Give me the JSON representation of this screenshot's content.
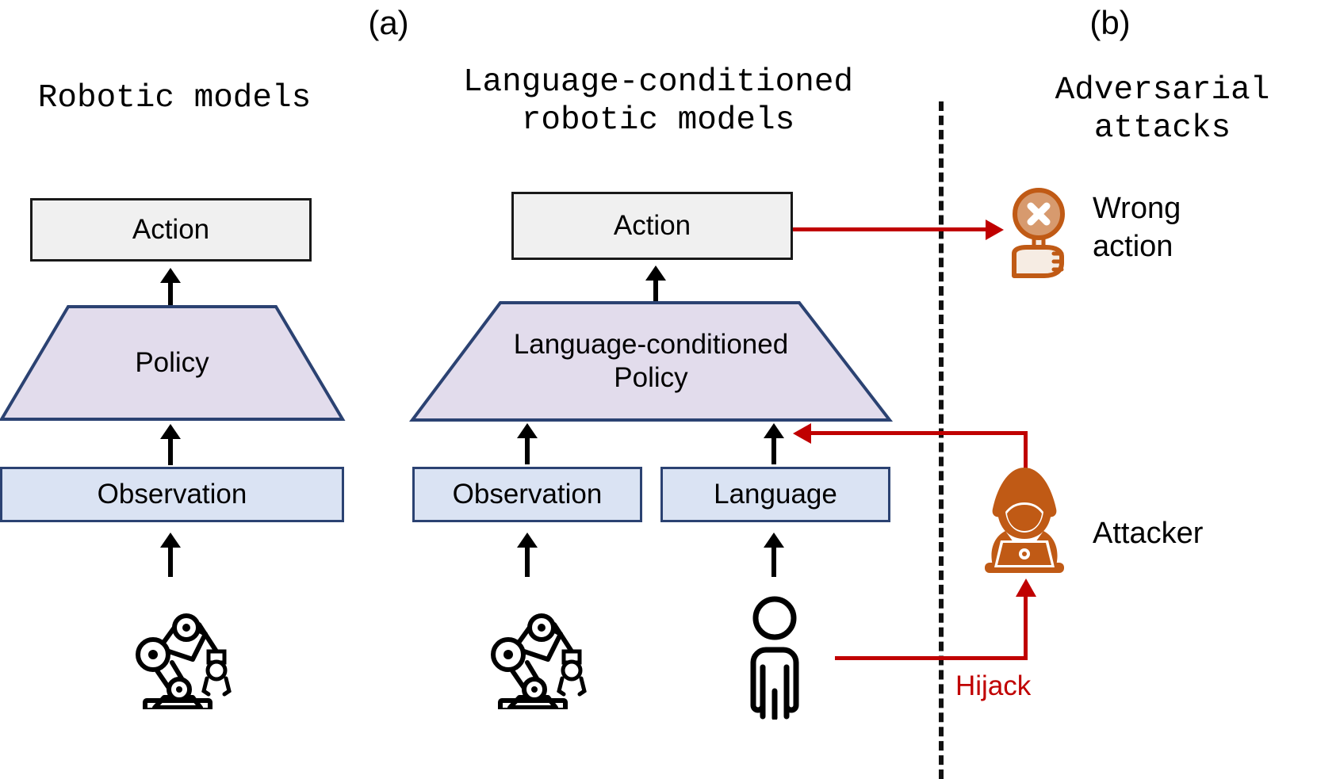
{
  "figure": {
    "panels": [
      {
        "letter": "(a)",
        "heading": "Robotic models"
      },
      {
        "letter": "(a)",
        "heading": "Language-conditioned\nrobotic models"
      },
      {
        "letter": "(b)",
        "heading": "Adversarial\nattacks"
      }
    ]
  },
  "panel_a_left": {
    "action_label": "Action",
    "policy_label": "Policy",
    "observation_label": "Observation",
    "robot_icon": "robot-arm-icon"
  },
  "panel_a_right": {
    "action_label": "Action",
    "policy_label": "Language-conditioned\nPolicy",
    "observation_label": "Observation",
    "language_label": "Language",
    "robot_icon": "robot-arm-icon",
    "human_icon": "person-icon"
  },
  "panel_b": {
    "wrong_action_label": "Wrong\naction",
    "wrong_action_icon": "hand-holding-x-sign-icon",
    "attacker_label": "Attacker",
    "attacker_icon": "hooded-hacker-laptop-icon",
    "hijack_label": "Hijack"
  },
  "colors": {
    "action_fill": "#f0f0f0",
    "action_stroke": "#191919",
    "policy_fill": "#e2dcec",
    "policy_stroke": "#2b4272",
    "observation_fill": "#dae3f3",
    "observation_stroke": "#2b4272",
    "attack_red": "#c00000",
    "icon_orange": "#c05a15",
    "icon_orange_light": "#d79a6e",
    "icon_cream": "#f6ece3",
    "divider": "#111111"
  }
}
